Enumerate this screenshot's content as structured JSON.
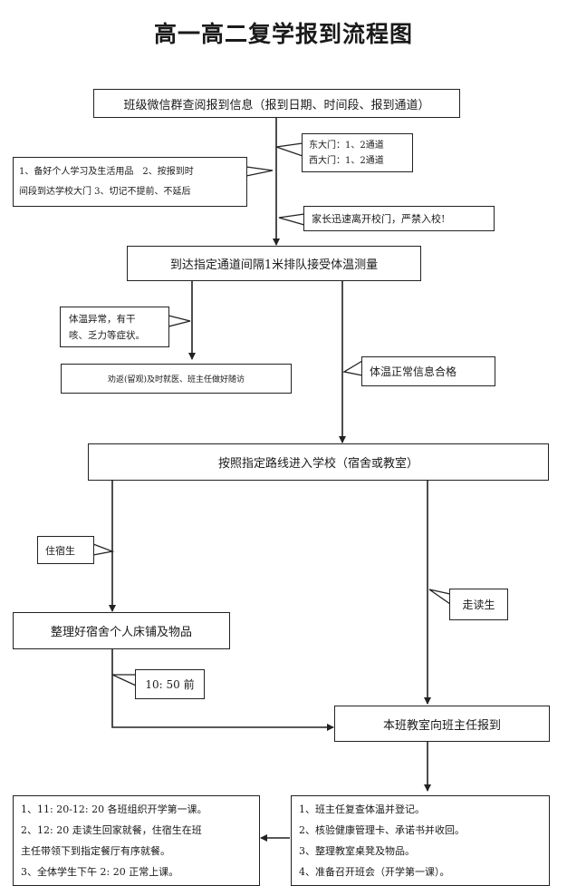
{
  "title": "高一高二复学报到流程图",
  "steps": {
    "step1": "班级微信群查阅报到信息（报到日期、时间段、报到通道）",
    "step2": "到达指定通道间隔1米排队接受体温测量",
    "step3": "按照指定路线进入学校（宿舍或教室）",
    "dorm_task": "整理好宿舍个人床铺及物品",
    "report": "本班教室向班主任报到"
  },
  "notes": {
    "gates": [
      "东大门：1、2通道",
      "西大门：1、2通道"
    ],
    "prep": [
      "1、备好个人学习及生活用品　2、按报到时",
      "间段到达学校大门 3、切记不提前、不延后"
    ],
    "parents": "家长迅速离开校门，严禁入校!",
    "abnormal": [
      "体温异常，有干",
      "咳、乏力等症状。"
    ],
    "abnormal_action": "劝返(留观)及时就医、班主任做好随访",
    "normal": "体温正常信息合格",
    "boarder": "住宿生",
    "day_student": "走读生",
    "deadline": "10: 50 前"
  },
  "final": {
    "left": [
      "1、11: 20-12: 20 各班组织开学第一课。",
      "2、12: 20 走读生回家就餐，住宿生在班",
      "主任带领下到指定餐厅有序就餐。",
      "3、全体学生下午 2: 20 正常上课。"
    ],
    "right": [
      "1、班主任复查体温并登记。",
      "2、核验健康管理卡、承诺书并收回。",
      "3、整理教室桌凳及物品。",
      "4、准备召开班会（开学第一课）。"
    ]
  }
}
